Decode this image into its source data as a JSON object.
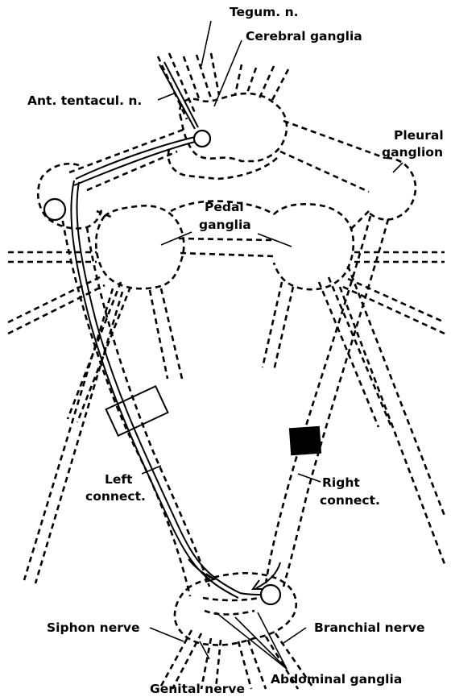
{
  "labels": {
    "tegum_n": "Tegum. n.",
    "cerebral_ganglia": "Cerebral ganglia",
    "ant_tentacul_n": "Ant. tentacul. n.",
    "pleural_ganglion_line1": "Pleural",
    "pleural_ganglion_line2": "ganglion",
    "pedal_ganglia_line1": "Pedal",
    "pedal_ganglia_line2": "ganglia",
    "left_connect_line1": "Left",
    "left_connect_line2": "connect.",
    "right_connect_line1": "Right",
    "right_connect_line2": "connect.",
    "siphon_nerve": "Siphon nerve",
    "branchial_nerve": "Branchial nerve",
    "genital_nerve": "Genital nerve",
    "abdominal_ganglia": "Abdominal ganglia"
  },
  "colors": {
    "ink": "#000000",
    "background": "#ffffff"
  }
}
